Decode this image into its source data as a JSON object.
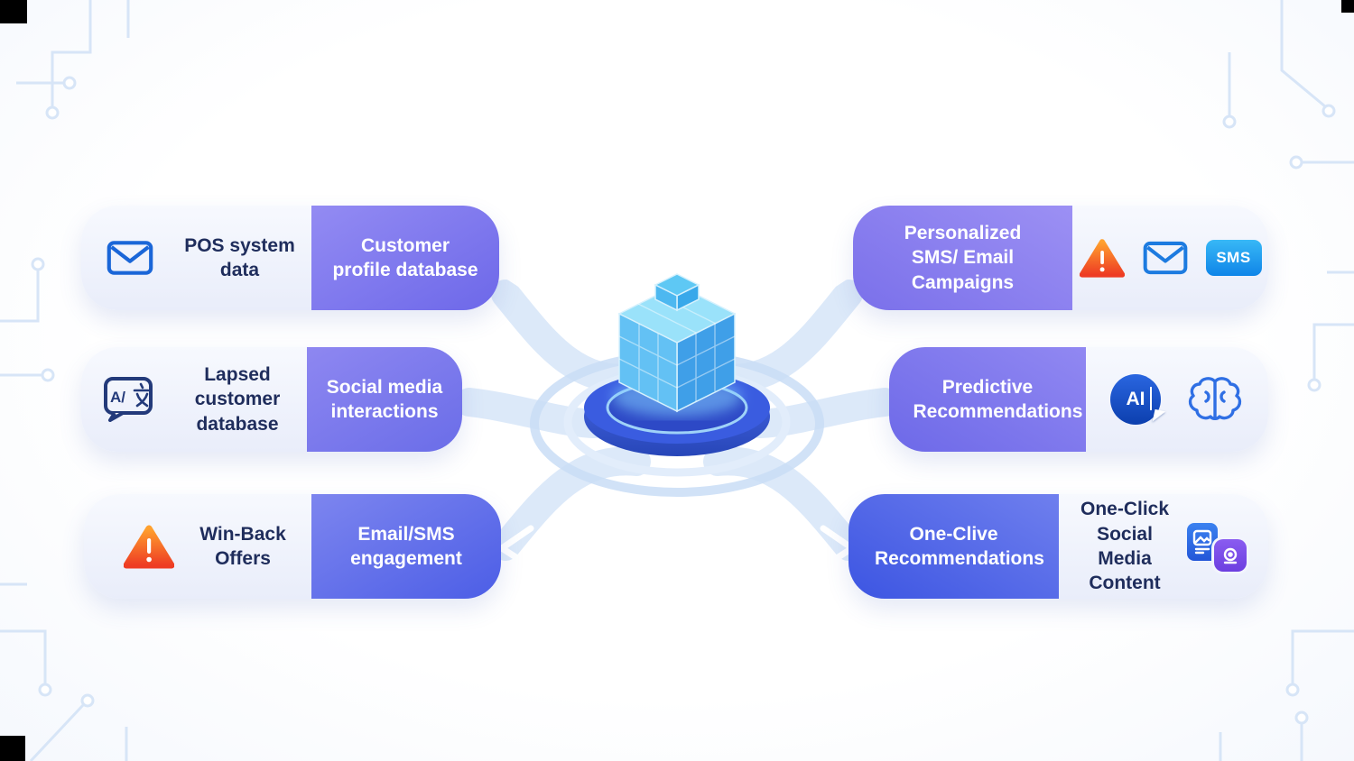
{
  "cards": {
    "left": [
      {
        "icon": "envelope-icon",
        "source_label": "POS system data",
        "target_label": "Customer profile database"
      },
      {
        "icon": "translate-icon",
        "icon_text": "A/文",
        "translate_latin": "A/",
        "source_label": "Lapsed customer database",
        "target_label": "Social media interactions"
      },
      {
        "icon": "warning-icon",
        "source_label": "Win-Back Offers",
        "target_label": "Email/SMS engagement"
      }
    ],
    "right": [
      {
        "target_label": "Personalized SMS/ Email Campaigns",
        "icons": [
          "warning-icon",
          "envelope-icon",
          "sms-badge"
        ],
        "sms_badge": "SMS"
      },
      {
        "target_label": "Predictive Recommendations",
        "icons": [
          "ai-badge-icon",
          "brain-icon"
        ],
        "ai_badge": "AI"
      },
      {
        "target_label": "One-Clive Recommendations",
        "source_label": "One-Click Social Media Content",
        "icons": [
          "photo-icon",
          "social-chat-icon"
        ]
      }
    ]
  },
  "colors": {
    "text_dark": "#1f2d5c",
    "accent_purple": "#6f6ae9",
    "accent_blue": "#3c55e2",
    "panel_light": "#edf0fb",
    "icon_blue": "#1a66d8",
    "warning_top": "#ffa12e",
    "warning_bottom": "#ee3c24",
    "sms_badge_top": "#38b8f6",
    "sms_badge_bottom": "#0f85e8",
    "ai_badge_top": "#2a66e0",
    "ai_badge_bottom": "#0c3fae",
    "band_blue": "#d9e7f9",
    "cube_top": "#9ae2fa",
    "cube_left": "#63c1f4",
    "cube_right": "#3f9fe8",
    "platform_blue": "#2d49c6"
  }
}
